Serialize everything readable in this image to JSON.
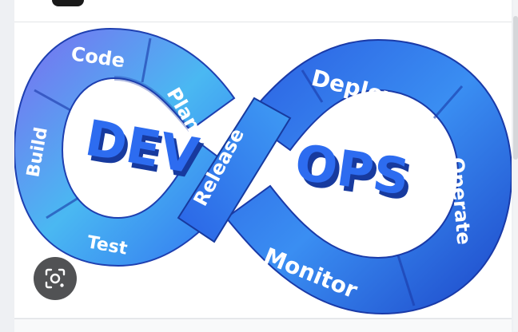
{
  "image": {
    "alt": "DevOps infinity loop",
    "left_loop_text": "DEV",
    "right_loop_text": "OPS",
    "segments": {
      "code": "Code",
      "plan": "Plan",
      "build": "Build",
      "test": "Test",
      "release": "Release",
      "deploy": "Deploy",
      "operate": "Operate",
      "monitor": "Monitor"
    }
  },
  "colors": {
    "loop_dark": "#1f4fd6",
    "loop_mid": "#2f7bf0",
    "loop_light": "#47c6f0",
    "loop_purple": "#7b6cf0",
    "letter_face": "#2d6cf0",
    "letter_side": "#173a9e"
  },
  "controls": {
    "lens_icon": "visual-search-lens-icon"
  }
}
